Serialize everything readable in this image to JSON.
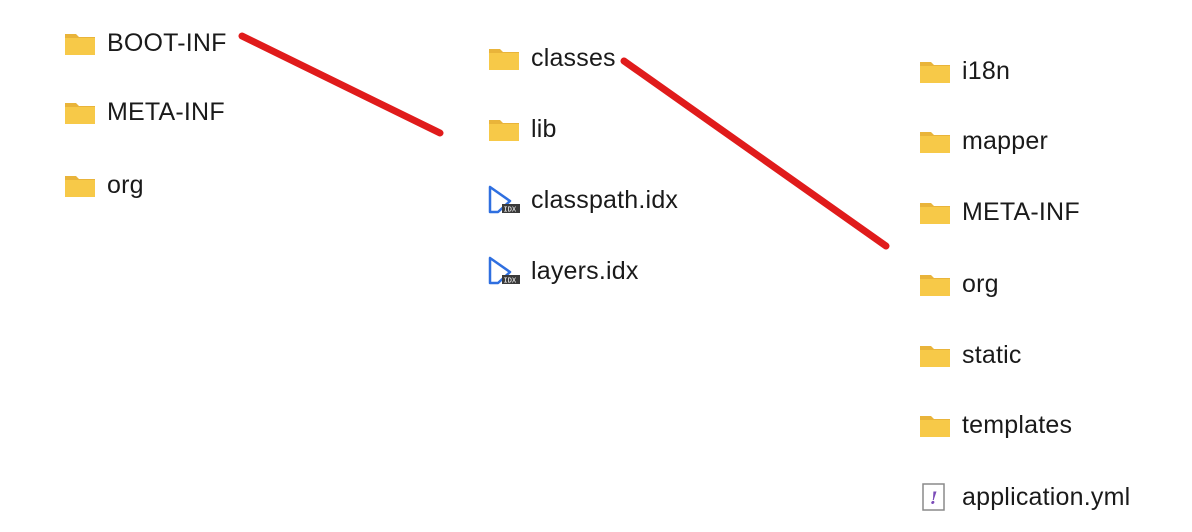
{
  "columns": [
    {
      "items": [
        {
          "label": "BOOT-INF",
          "icon": "folder-icon",
          "type": "folder"
        },
        {
          "label": "META-INF",
          "icon": "folder-icon",
          "type": "folder"
        },
        {
          "label": "org",
          "icon": "folder-icon",
          "type": "folder"
        }
      ]
    },
    {
      "items": [
        {
          "label": "classes",
          "icon": "folder-icon",
          "type": "folder"
        },
        {
          "label": "lib",
          "icon": "folder-icon",
          "type": "folder"
        },
        {
          "label": "classpath.idx",
          "icon": "idx-file-icon",
          "type": "file"
        },
        {
          "label": "layers.idx",
          "icon": "idx-file-icon",
          "type": "file"
        }
      ]
    },
    {
      "items": [
        {
          "label": "i18n",
          "icon": "folder-icon",
          "type": "folder"
        },
        {
          "label": "mapper",
          "icon": "folder-icon",
          "type": "folder"
        },
        {
          "label": "META-INF",
          "icon": "folder-icon",
          "type": "folder"
        },
        {
          "label": "org",
          "icon": "folder-icon",
          "type": "folder"
        },
        {
          "label": "static",
          "icon": "folder-icon",
          "type": "folder"
        },
        {
          "label": "templates",
          "icon": "folder-icon",
          "type": "folder"
        },
        {
          "label": "application.yml",
          "icon": "yml-file-icon",
          "type": "file"
        }
      ]
    }
  ],
  "colors": {
    "folder_body": "#f7c948",
    "folder_tab": "#e9b43a",
    "annotation_line": "#e01b1b",
    "idx_icon_blue": "#2f6fe0"
  }
}
